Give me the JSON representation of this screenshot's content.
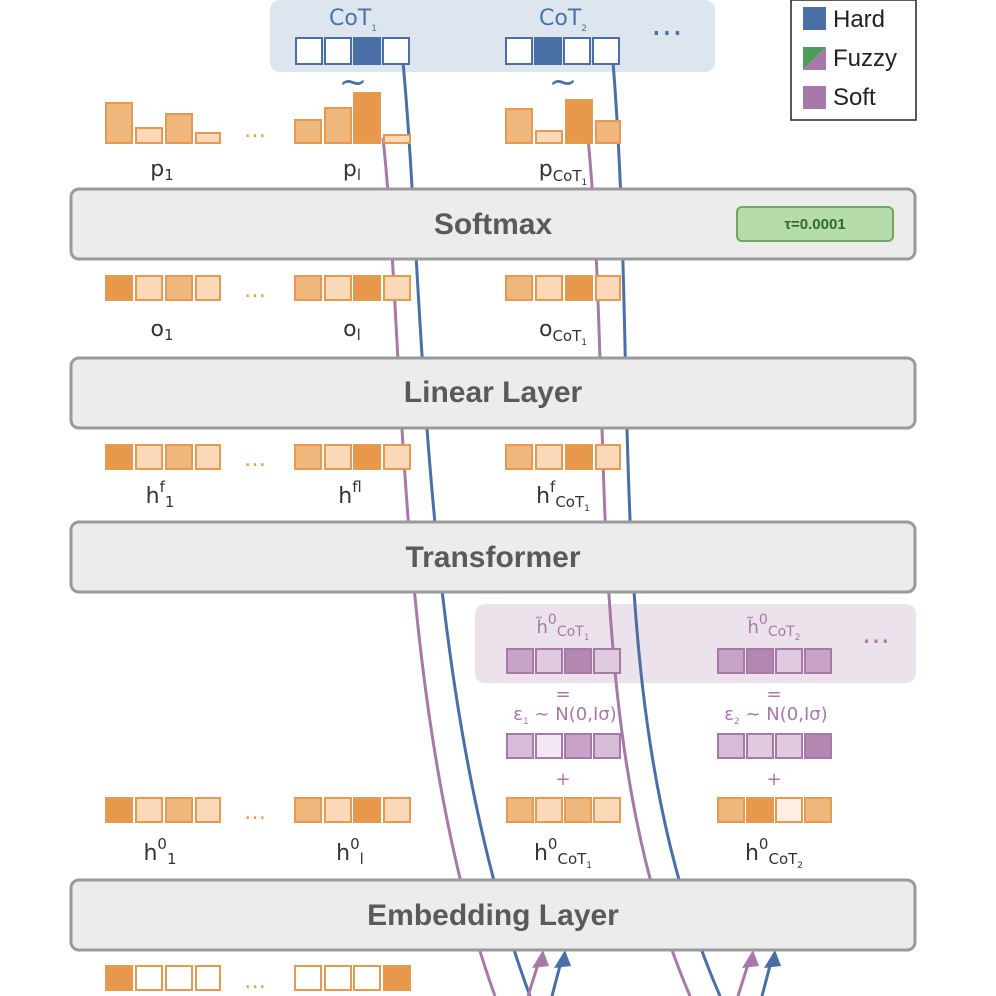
{
  "colors": {
    "hard": "#4a6fa5",
    "soft": "#a878a8",
    "fuzzy_a": "#4e9a5a",
    "fuzzy_b": "#a878a8",
    "orange_dark": "#e8984a",
    "orange_mid": "#f0b77c",
    "orange_light": "#fad9b8",
    "orange_stroke": "#e59a53",
    "layer_fill": "#ececec",
    "layer_stroke": "#9a9a9a",
    "cot_panel": "#dde5ee",
    "noise_panel": "#ece2ec",
    "tau_fill": "#b7dcab",
    "tau_stroke": "#6fa860",
    "tau_text": "#2f6a27"
  },
  "legend": {
    "items": [
      {
        "key": "hard",
        "label": "Hard"
      },
      {
        "key": "fuzzy",
        "label": "Fuzzy"
      },
      {
        "key": "soft",
        "label": "Soft"
      }
    ]
  },
  "layers": {
    "softmax": "Softmax",
    "linear": "Linear Layer",
    "transformer": "Transformer",
    "embedding": "Embedding Layer"
  },
  "tau": "τ=0.0001",
  "cot_panel": {
    "cot1": {
      "base": "CoT",
      "sub": "1"
    },
    "cot2": {
      "base": "CoT",
      "sub": "2"
    },
    "more": "⋯"
  },
  "tilde": "~",
  "ellipsis": "…",
  "prob_labels": {
    "p1": {
      "base": "p",
      "sub": "1"
    },
    "pl": {
      "base": "p",
      "sub": "l"
    },
    "pcot": {
      "base": "p",
      "sub": "CoT",
      "subsub": "1"
    }
  },
  "o_labels": {
    "o1": {
      "base": "o",
      "sub": "1"
    },
    "ol": {
      "base": "o",
      "sub": "l"
    },
    "ocot": {
      "base": "o",
      "sub": "CoT",
      "subsub": "1"
    }
  },
  "hf_labels": {
    "h1": {
      "base": "h",
      "sup": "f",
      "sub": "1"
    },
    "hl": {
      "base": "h",
      "sup": "f",
      "sub": "l"
    },
    "hcot": {
      "base": "h",
      "sup": "f",
      "sub": "CoT",
      "subsub": "1"
    }
  },
  "h0_labels": {
    "h1": {
      "base": "h",
      "sup": "0",
      "sub": "1"
    },
    "hl": {
      "base": "h",
      "sup": "0",
      "sub": "l"
    },
    "hcot1": {
      "base": "h",
      "sup": "0",
      "sub": "CoT",
      "subsub": "1"
    },
    "hcot2": {
      "base": "h",
      "sup": "0",
      "sub": "CoT",
      "subsub": "2"
    }
  },
  "noise": {
    "tilde1": {
      "base": "h̃",
      "sup": "0",
      "sub": "CoT",
      "subsub": "1"
    },
    "tilde2": {
      "base": "h̃",
      "sup": "0",
      "sub": "CoT",
      "subsub": "2"
    },
    "eq": "=",
    "plus": "+",
    "eps1": {
      "pre": "ε",
      "sub": "1",
      "post": " ~ N(0,Iσ)"
    },
    "eps2": {
      "pre": "ε",
      "sub": "2",
      "post": " ~ N(0,Iσ)"
    },
    "more": "⋯"
  }
}
